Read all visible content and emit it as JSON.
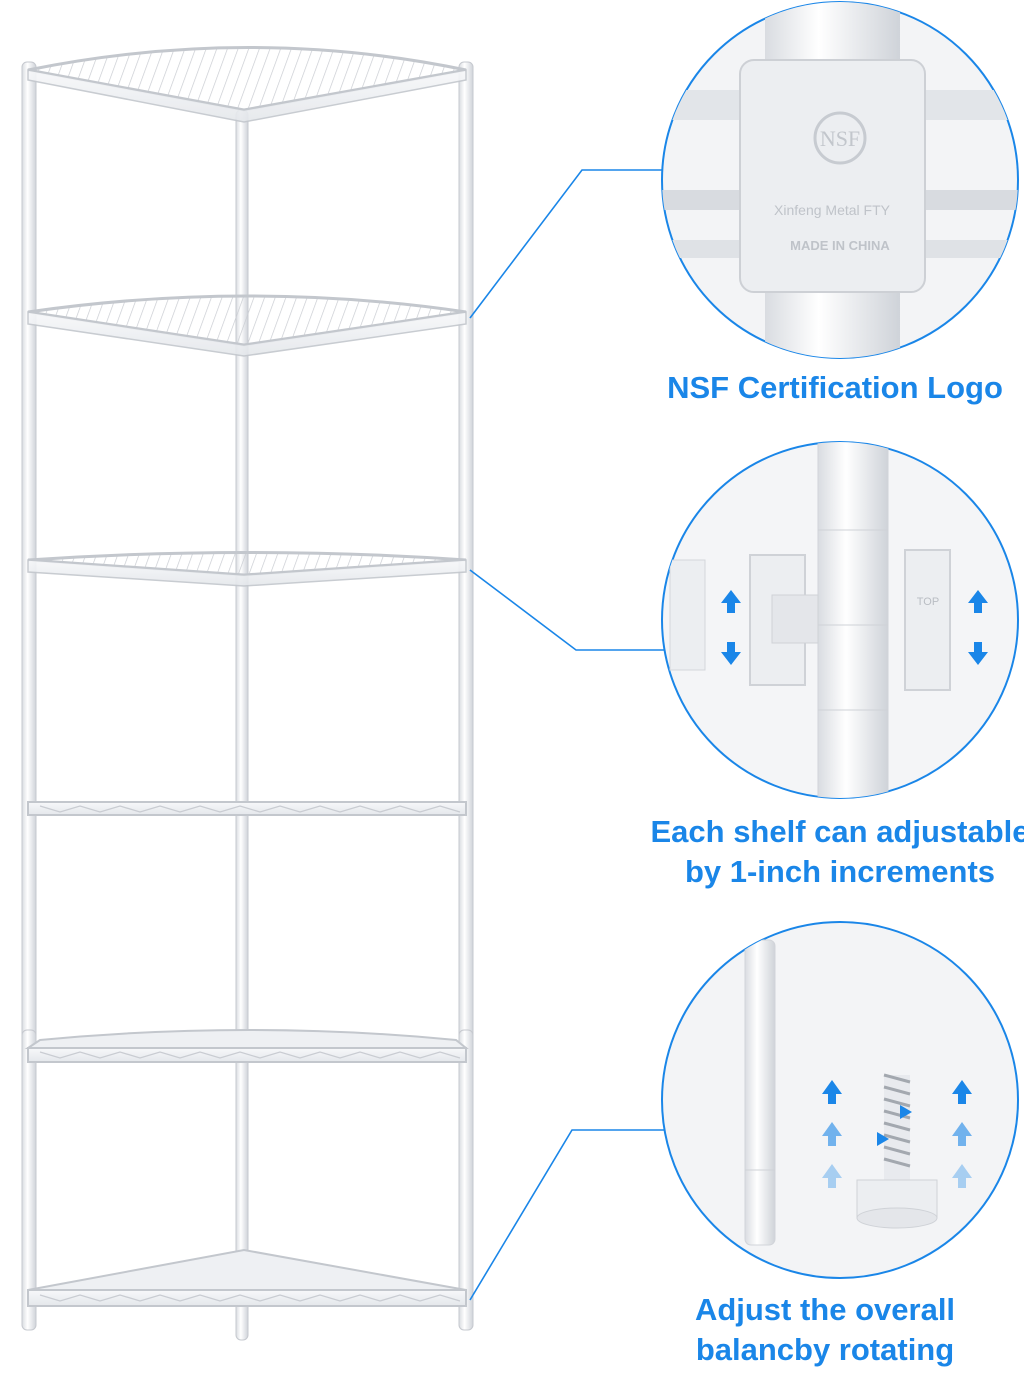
{
  "accent_color": "#1a86e8",
  "shelf_color": "#f2f3f5",
  "callouts": [
    {
      "caption_lines": [
        "NSF Certification Logo"
      ],
      "connector_icon": "callout-line",
      "detail_image": "nsf-logo-closeup",
      "logo_text": "NSF",
      "stamp_lines": [
        "Xinfeng Metal FTY",
        "MADE IN CHINA"
      ]
    },
    {
      "caption_lines": [
        "Each shelf can adjustable",
        "by 1-inch increments"
      ],
      "connector_icon": "callout-line",
      "detail_image": "shelf-clip-closeup",
      "clip_text": "TOP",
      "arrow_icons": [
        "arrow-up-icon",
        "arrow-down-icon"
      ]
    },
    {
      "caption_lines": [
        "Adjust the overall",
        "balancby rotating"
      ],
      "connector_icon": "callout-line",
      "detail_image": "leveling-foot-closeup",
      "arrow_icons": [
        "arrow-up-icon",
        "arrow-right-icon"
      ]
    }
  ],
  "product": {
    "name_icon": "corner-wire-shelf",
    "tiers": 6
  }
}
